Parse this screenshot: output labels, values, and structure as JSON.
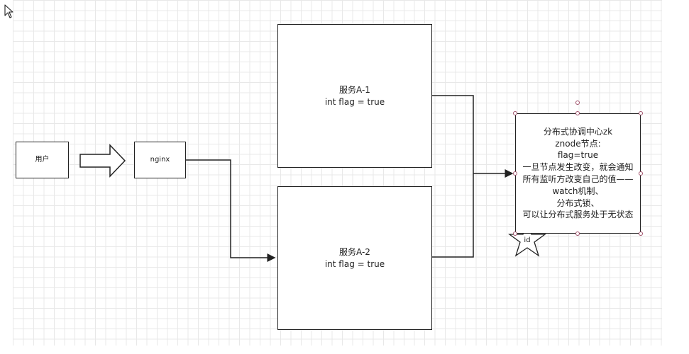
{
  "diagram": {
    "nodes": {
      "user": {
        "label": "用户"
      },
      "nginx": {
        "label": "nginx"
      },
      "service_a1": {
        "label": "服务A-1\nint flag = true"
      },
      "service_a2": {
        "label": "服务A-2\nint flag = true"
      },
      "zk": {
        "label": "分布式协调中心zk\nznode节点:\nflag=true\n一旦节点发生改变，就会通知\n所有监听方改变自己的值——\nwatch机制、\n分布式锁、\n可以让分布式服务处于无状态"
      },
      "star": {
        "label": "id"
      }
    },
    "edges": [
      {
        "from": "user",
        "to": "nginx",
        "style": "block-arrow"
      },
      {
        "from": "nginx",
        "to": "service_a2",
        "style": "elbow-arrow"
      },
      {
        "from": "service_a1",
        "to": "zk",
        "style": "elbow-merge"
      },
      {
        "from": "service_a2",
        "to": "zk",
        "style": "elbow-merge-arrow"
      }
    ]
  },
  "colors": {
    "grid": "#e8e8e8",
    "stroke": "#222222",
    "selection_handle": "#a0506a"
  },
  "icons": {
    "cursor": "mouse-pointer-icon",
    "star": "star-shape-icon"
  }
}
